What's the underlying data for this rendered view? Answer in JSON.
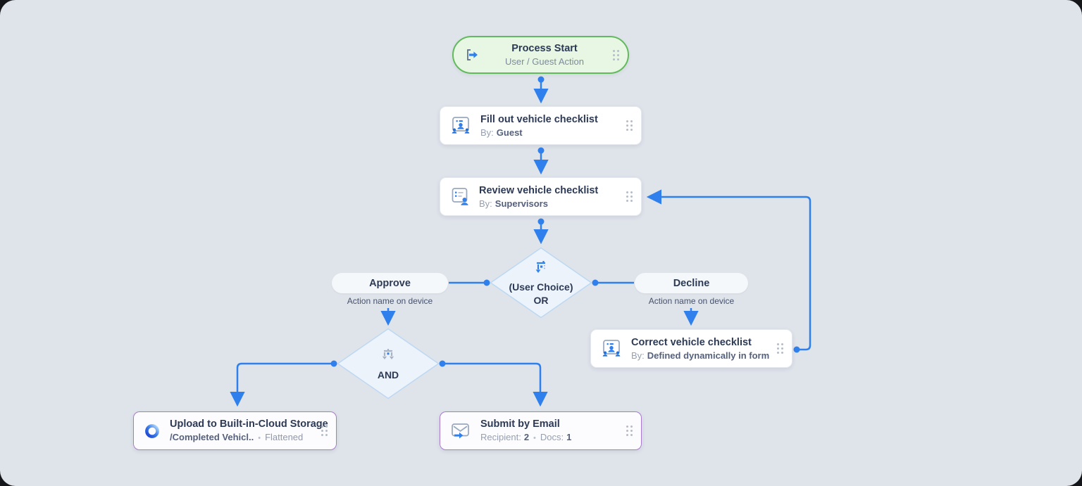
{
  "colors": {
    "canvas_bg": "#dfe3ea",
    "connector_blue": "#2f80ed",
    "start_green_border": "#62ba5e",
    "start_green_fill": "#e7f7e3",
    "purple_border": "#a87bc9",
    "diamond_fill": "#ecf3fb",
    "diamond_border": "#bdd8f3",
    "title_navy": "#2c3a55"
  },
  "icons": {
    "process_start": "enter-arrow-icon",
    "fill_out": "form-people-icon",
    "review": "checklist-person-icon",
    "user_choice": "branch-split-blue-icon",
    "and_gate": "branch-split-gray-icon",
    "upload": "cloud-ring-icon",
    "submit_email": "envelope-send-icon",
    "drag": "drag-handle-dots-icon"
  },
  "nodes": {
    "process_start": {
      "title": "Process Start",
      "subtitle": "User / Guest Action"
    },
    "fill_out": {
      "title": "Fill out vehicle checklist",
      "by_label": "By:",
      "by_value": "Guest"
    },
    "review": {
      "title": "Review vehicle checklist",
      "by_label": "By:",
      "by_value": "Supervisors"
    },
    "user_choice": {
      "title": "(User Choice)",
      "operator": "OR"
    },
    "approve": {
      "label": "Approve",
      "caption": "Action name on device"
    },
    "decline": {
      "label": "Decline",
      "caption": "Action name on device"
    },
    "correct": {
      "title": "Correct vehicle checklist",
      "by_label": "By:",
      "by_value": "Defined dynamically in form"
    },
    "and_gate": {
      "operator": "AND"
    },
    "upload": {
      "title": "Upload to Built-in-Cloud Storage",
      "path": "/Completed Vehicl..",
      "separator": "•",
      "mode": "Flattened"
    },
    "submit_email": {
      "title": "Submit by Email",
      "recipient_label": "Recipient:",
      "recipient_value": "2",
      "separator": "•",
      "docs_label": "Docs:",
      "docs_value": "1"
    }
  }
}
